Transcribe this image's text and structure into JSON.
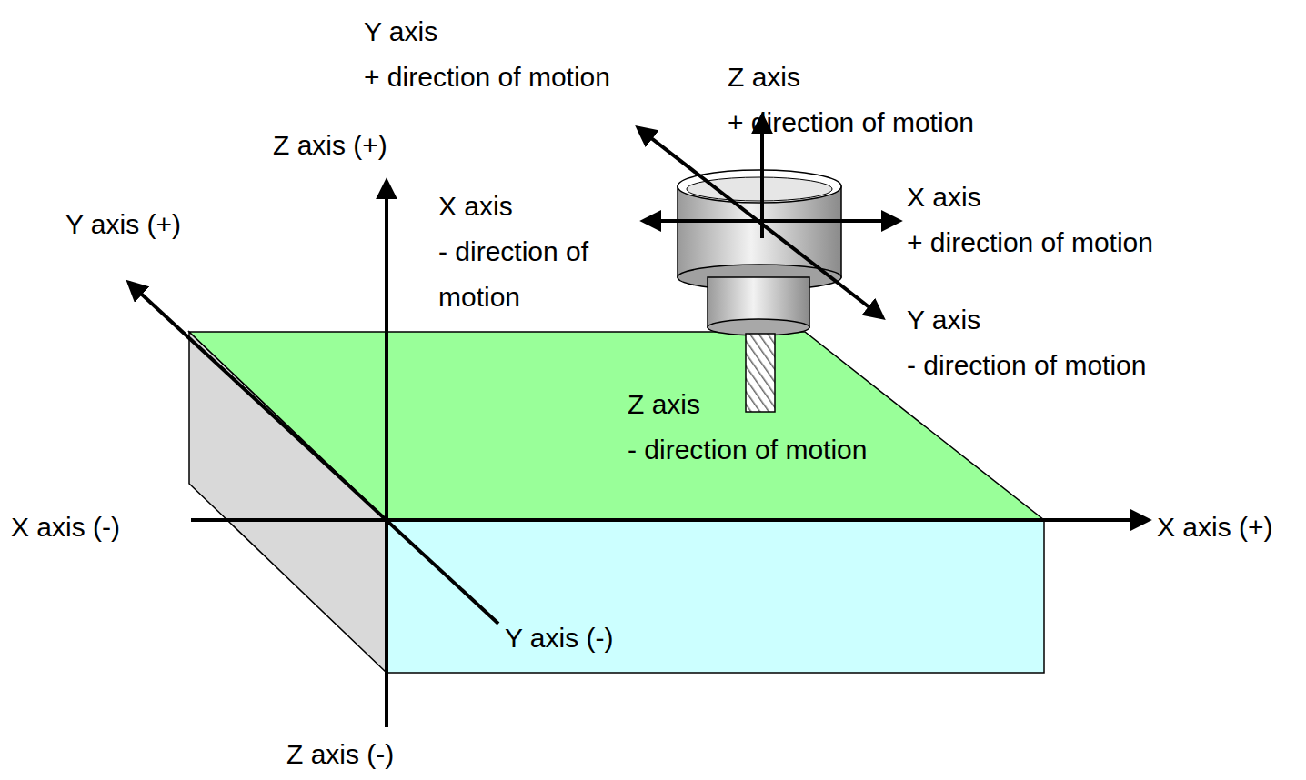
{
  "diagram": {
    "labels": [
      "Y axis + direction of motion",
      "Z axis + direction of motion",
      "Z axis (+)",
      "Y axis (+)",
      "X axis - direction of motion",
      "X axis + direction of motion",
      "Y axis - direction of motion",
      "Z axis - direction of motion",
      "X axis (-)",
      "X axis (+)",
      "Y axis (-)",
      "Z axis (-)"
    ]
  }
}
